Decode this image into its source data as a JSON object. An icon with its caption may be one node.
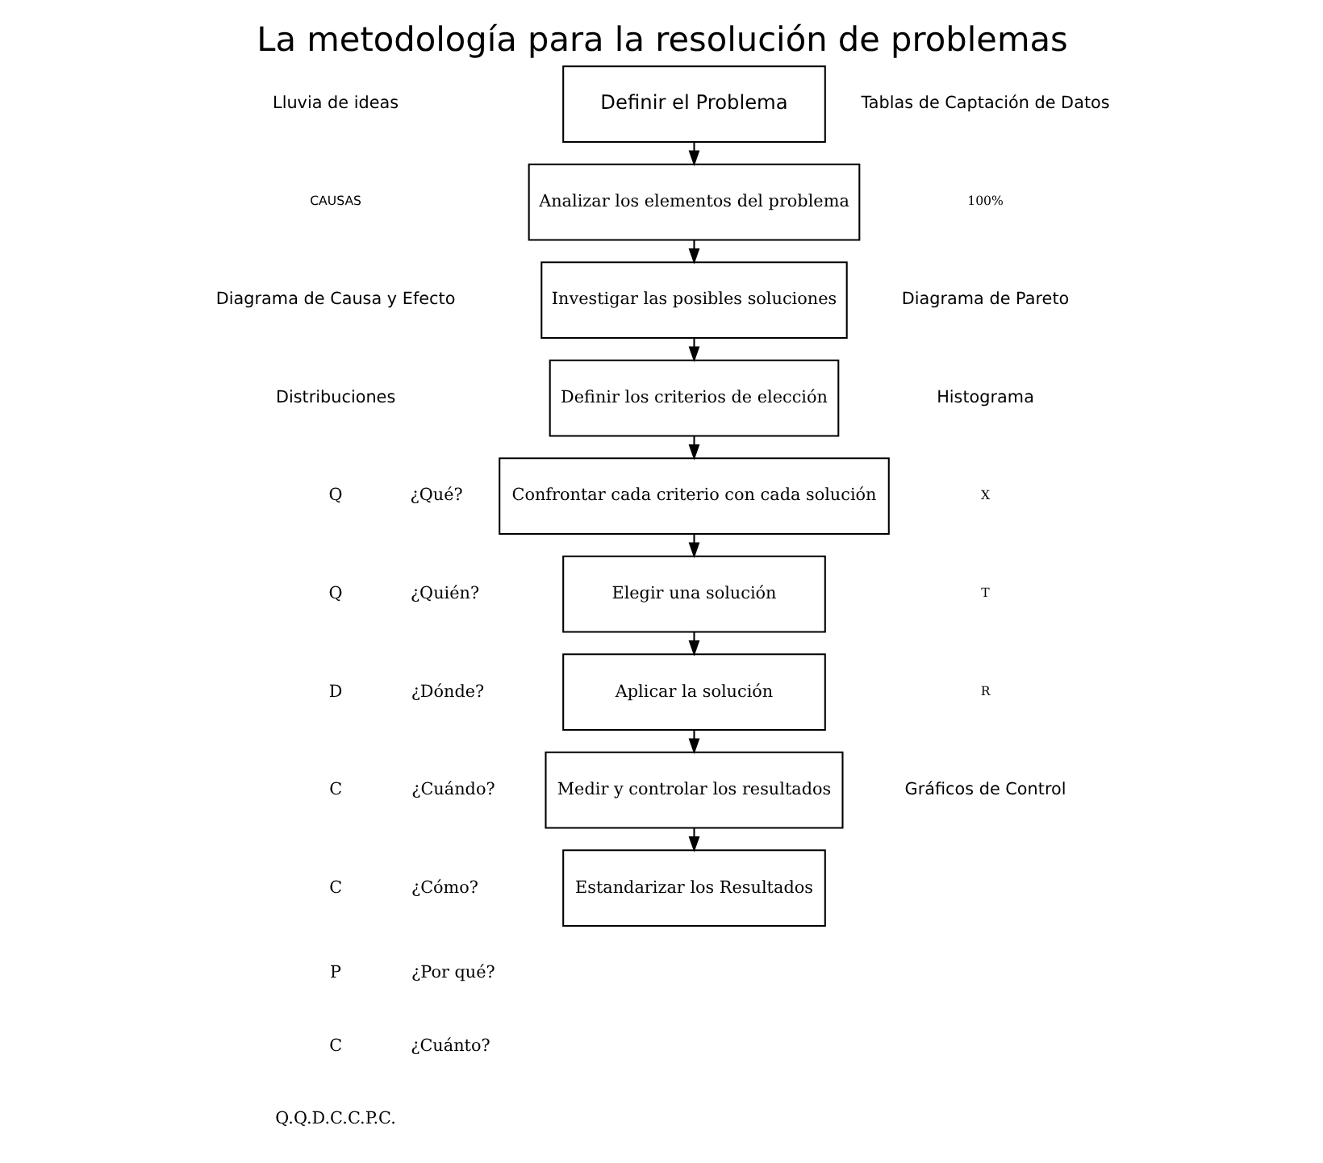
{
  "diagram": {
    "title": "La metodología para la resolución de problemas",
    "nodes": [
      {
        "text": [
          "Definir el Problema"
        ]
      },
      {
        "text": [
          "Analizar los elementos del problema"
        ]
      },
      {
        "text": [
          "Investigar las posibles soluciones"
        ]
      },
      {
        "text": [
          "Definir los criterios de elección"
        ]
      },
      {
        "text": [
          "Confrontar cada criterio con cada solución"
        ]
      },
      {
        "text": [
          "Elegir una solución"
        ]
      },
      {
        "text": [
          "Aplicar la solución"
        ]
      },
      {
        "text": [
          "Medir y controlar los resultados"
        ]
      },
      {
        "text": [
          "Estandarizar los Resultados"
        ]
      }
    ],
    "edges": [
      {
        "from": 0,
        "to": 1,
        "arrow": "to"
      },
      {
        "from": 1,
        "to": 2,
        "arrow": "to"
      },
      {
        "from": 2,
        "to": 3,
        "arrow": "to"
      },
      {
        "from": 3,
        "to": 4,
        "arrow": "to"
      },
      {
        "from": 4,
        "to": 5,
        "arrow": "to"
      },
      {
        "from": 5,
        "to": 6,
        "arrow": "to"
      },
      {
        "from": 6,
        "to": 7,
        "arrow": "to"
      },
      {
        "from": 7,
        "to": 8,
        "arrow": "to"
      }
    ],
    "labels": [
      "Lluvia de ideas",
      "CAUSAS",
      "Diagrama de Causa y Efecto",
      "Distribuciones",
      "Q",
      "¿Qué?",
      "Q",
      "¿Quién?",
      "D",
      "¿Dónde?",
      "C",
      "¿Cuándo?",
      "C",
      "¿Cómo?",
      "P",
      "¿Por qué?",
      "C",
      "¿Cuánto?",
      "Q.Q.D.C.C.P.C.",
      "Tablas de Captación de Datos",
      "100%",
      "Diagrama de Pareto",
      "Histograma",
      "X",
      "T",
      "R",
      "Gráficos de Control"
    ]
  }
}
